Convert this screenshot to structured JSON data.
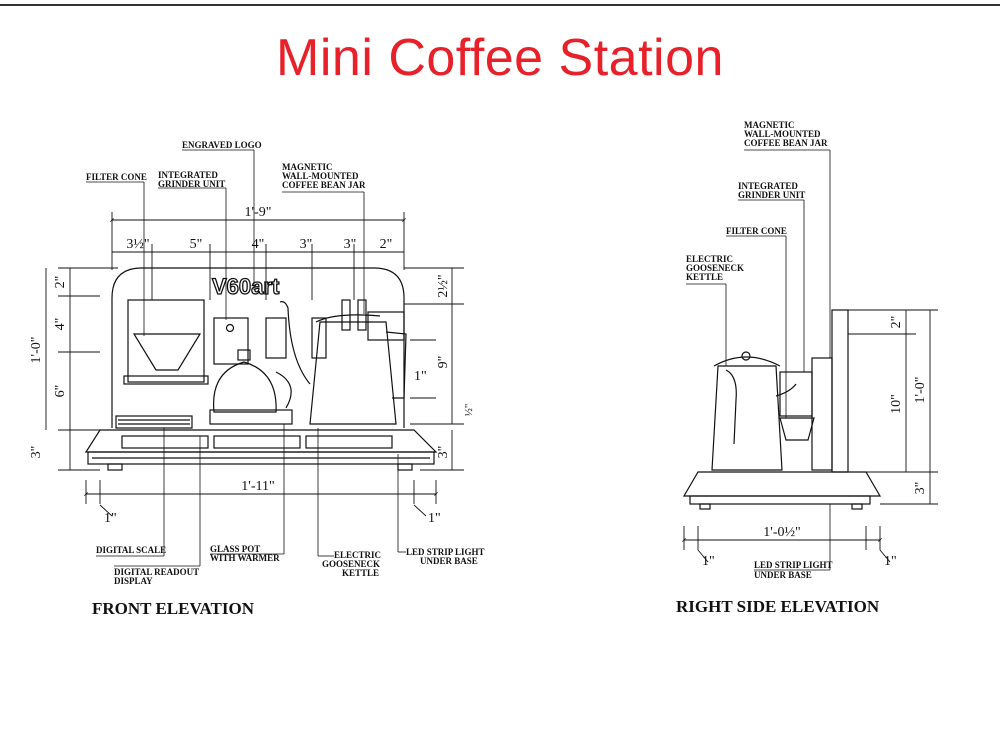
{
  "title": "Mini Coffee Station",
  "title_color": "#e8202a",
  "front": {
    "caption": "FRONT ELEVATION",
    "logo": "V60art",
    "labels": {
      "filter_cone": "FILTER CONE",
      "grinder": [
        "INTEGRATED",
        "GRINDER UNIT"
      ],
      "engraved_logo": "ENGRAVED LOGO",
      "bean_jar": [
        "MAGNETIC",
        "WALL-MOUNTED",
        "COFFEE BEAN JAR"
      ],
      "digital_scale": "DIGITAL SCALE",
      "digital_readout": [
        "DIGITAL READOUT",
        "DISPLAY"
      ],
      "glass_pot": [
        "GLASS POT",
        "WITH WARMER"
      ],
      "kettle": [
        "ELECTRIC",
        "GOOSENECK",
        "KETTLE"
      ],
      "led": [
        "LED STRIP LIGHT",
        "UNDER BASE"
      ]
    },
    "dims": {
      "overall_top": "1'-9\"",
      "segments": [
        "3½\"",
        "5\"",
        "4\"",
        "3\"",
        "3\"",
        "2\""
      ],
      "left_height": "1'-0\"",
      "left_parts": [
        "2\"",
        "4\"",
        "6\""
      ],
      "left_base": "3\"",
      "right_top": "2½\"",
      "right_mid": "9\"",
      "right_base": "3\"",
      "right_small": "1\"",
      "right_tiny": "½\"",
      "overall_bottom": "1'-11\"",
      "overhang_left": "1\"",
      "overhang_right": "1\""
    }
  },
  "side": {
    "caption": "RIGHT SIDE ELEVATION",
    "labels": {
      "bean_jar": [
        "MAGNETIC",
        "WALL-MOUNTED",
        "COFFEE BEAN JAR"
      ],
      "grinder": [
        "INTEGRATED",
        "GRINDER UNIT"
      ],
      "filter_cone": "FILTER CONE",
      "kettle": [
        "ELECTRIC",
        "GOOSENECK",
        "KETTLE"
      ],
      "led": [
        "LED STRIP LIGHT",
        "UNDER BASE"
      ]
    },
    "dims": {
      "top": "2\"",
      "middle": "10\"",
      "overall": "1'-0\"",
      "base": "3\"",
      "depth": "1'-0½\"",
      "overhang_left": "1\"",
      "overhang_right": "1\""
    }
  }
}
